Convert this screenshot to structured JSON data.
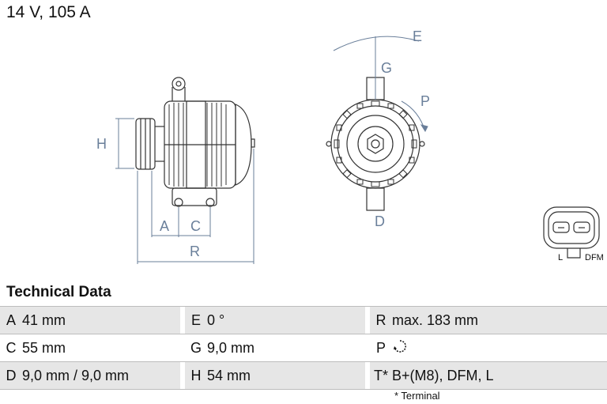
{
  "title": "14 V, 105 A",
  "drawing": {
    "labels": {
      "A": "A",
      "C": "C",
      "H": "H",
      "R": "R",
      "E": "E",
      "G": "G",
      "P": "P",
      "D": "D"
    },
    "connector": {
      "left": "L",
      "right": "DFM"
    }
  },
  "section_title": "Technical Data",
  "rows": [
    [
      {
        "k": "A",
        "v": "41 mm"
      },
      {
        "k": "E",
        "v": "0 °"
      },
      {
        "k": "R",
        "v": "max. 183 mm"
      }
    ],
    [
      {
        "k": "C",
        "v": "55 mm"
      },
      {
        "k": "G",
        "v": "9,0 mm"
      },
      {
        "k": "P",
        "v": ""
      }
    ],
    [
      {
        "k": "D",
        "v": "9,0 mm / 9,0 mm"
      },
      {
        "k": "H",
        "v": "54 mm"
      },
      {
        "k": "T*",
        "v": "B+(M8), DFM, L"
      }
    ]
  ],
  "footnote": "* Terminal",
  "icons": {
    "rotation": "clockwise-rotation-icon"
  }
}
